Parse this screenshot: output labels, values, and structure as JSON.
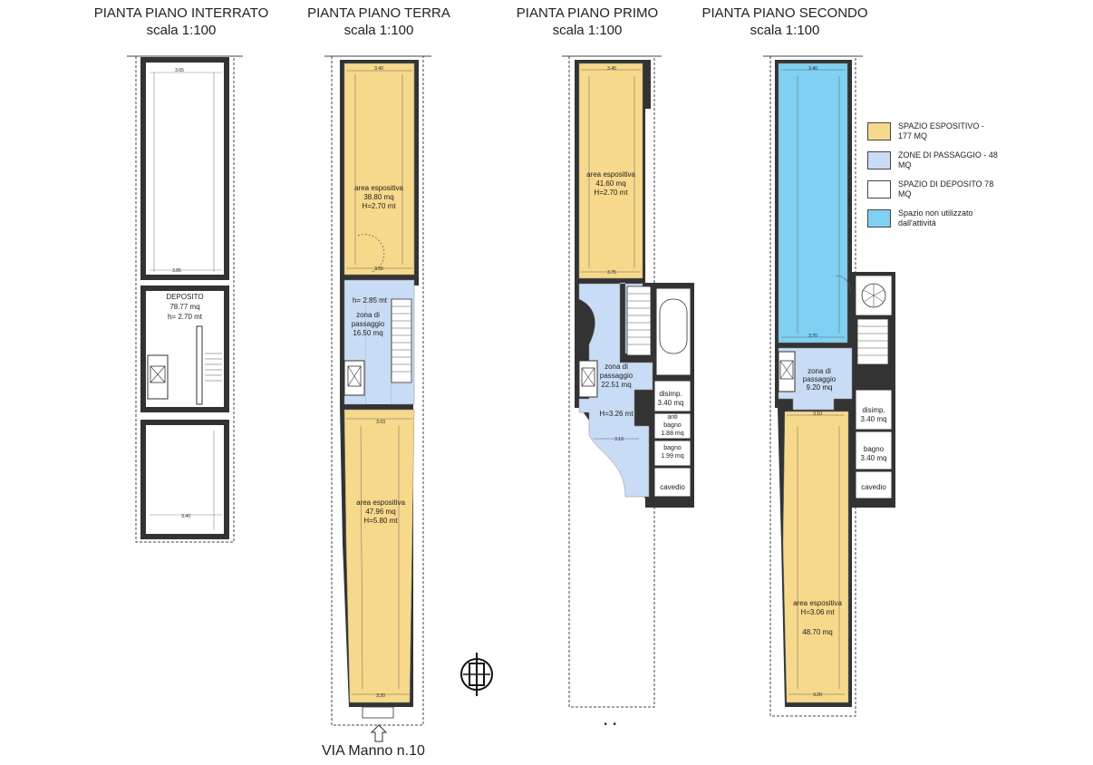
{
  "titles": [
    {
      "line1": "PIANTA PIANO INTERRATO",
      "line2": "scala 1:100"
    },
    {
      "line1": "PIANTA PIANO TERRA",
      "line2": "scala 1:100"
    },
    {
      "line1": "PIANTA PIANO PRIMO",
      "line2": "scala 1:100"
    },
    {
      "line1": "PIANTA PIANO SECONDO",
      "line2": "scala 1:100"
    }
  ],
  "legend": [
    {
      "label": "SPAZIO ESPOSITIVO - 177 MQ",
      "color": "#f7d98b"
    },
    {
      "label": "ZONE DI PASSAGGIO - 48 MQ",
      "color": "#c9dcf5"
    },
    {
      "label": "SPAZIO DI DEPOSITO 78 MQ",
      "color": "#ffffff"
    },
    {
      "label": "Spazio non utilizzato dall'attività",
      "color": "#7fd0f2"
    }
  ],
  "street_label": "VIA Manno n.10",
  "plans": {
    "interrato": {
      "room": [
        "DEPOSITO",
        "78.77 mq",
        "h= 2.70 mt"
      ],
      "dims": [
        "3.65",
        "3.85",
        "3.40"
      ]
    },
    "terra": {
      "rooms": {
        "area1": [
          "area espositiva",
          "38.80 mq",
          "H=2.70 mt"
        ],
        "pass": [
          "h= 2.85 mt",
          "zona di",
          "passaggio",
          "16.50 mq"
        ],
        "area2": [
          "area espositiva",
          "47.96 mq",
          "H=5.80 mt"
        ]
      },
      "dims": [
        "3.40",
        "3.55",
        "3.03",
        "3.30"
      ]
    },
    "primo": {
      "rooms": {
        "area1": [
          "area espositiva",
          "41.60 mq",
          "H=2.70 mt"
        ],
        "pass": [
          "zona di",
          "passaggio",
          "22.51 mq",
          "H=3.26 mt"
        ],
        "disimp": [
          "disimp.",
          "3.40 mq"
        ],
        "anti": [
          "anti",
          "bagno",
          "1.88 mq"
        ],
        "bagno": [
          "bagno",
          "1.99 mq"
        ],
        "cavedio": "cavedio"
      },
      "dims": [
        "3.45",
        "3.75",
        "3.10"
      ]
    },
    "secondo": {
      "rooms": {
        "pass": [
          "zona di",
          "passaggio",
          "9.20 mq"
        ],
        "disimp": [
          "disimp.",
          "3.40 mq"
        ],
        "bagno": [
          "bagno",
          "3.40 mq"
        ],
        "cavedio": "cavedio",
        "area": [
          "area espositiva",
          "H=3.06 mt",
          "48.70 mq"
        ]
      },
      "dims": [
        "3.40",
        "3.70",
        "3.10",
        "3.20"
      ]
    }
  }
}
